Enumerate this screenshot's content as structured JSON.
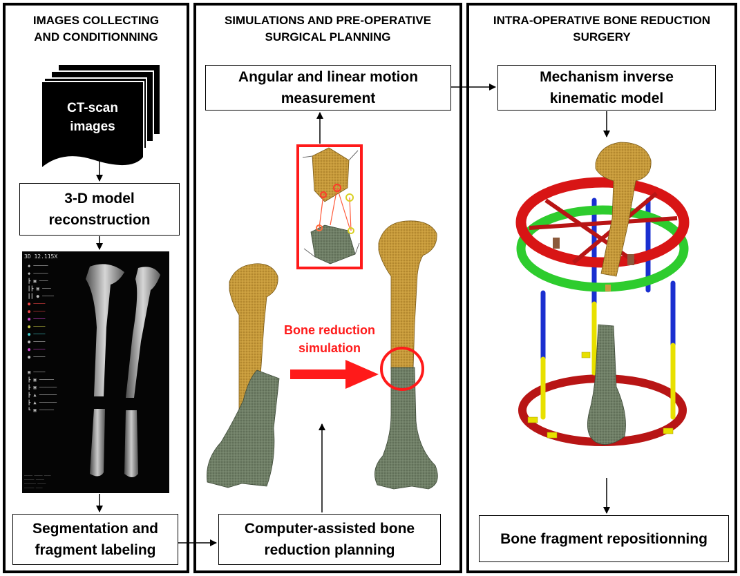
{
  "panels": {
    "left": {
      "title": "IMAGES COLLECTING\nAND CONDITIONNING"
    },
    "middle": {
      "title": "SIMULATIONS AND PRE-OPERATIVE\nSURGICAL PLANNING"
    },
    "right": {
      "title": "INTRA-OPERATIVE BONE REDUCTION\nSURGERY"
    }
  },
  "nodes": {
    "ct_scan": "CT-scan\nimages",
    "model_3d": "3-D model\nreconstruction",
    "segmentation": "Segmentation and\nfragment labeling",
    "angular": "Angular and linear motion\nmeasurement",
    "planning": "Computer-assisted bone\nreduction planning",
    "inverse": "Mechanism inverse\nkinematic model",
    "reposition": "Bone fragment repositionning"
  },
  "annotations": {
    "simulation": "Bone reduction\nsimulation",
    "software_header": "3D 12.115X"
  },
  "colors": {
    "border": "#000000",
    "sim_red": "#ff1a1a",
    "bone_gold": "#c79a3a",
    "bone_green": "#6f7f66",
    "ring_red": "#d81515",
    "ring_green": "#2ecc2e",
    "rod_blue": "#1a2fd0",
    "rod_yellow": "#e8e000"
  }
}
